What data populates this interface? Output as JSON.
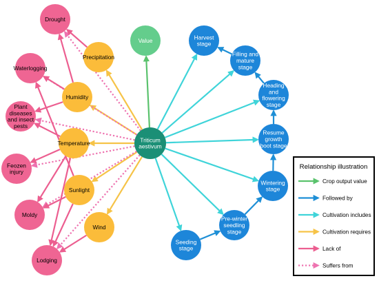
{
  "colors": {
    "crop_output": "#5ac26d",
    "followed_by": "#1e8fd6",
    "cultivation_includes": "#3fd4d9",
    "cultivation_requires": "#f6c347",
    "lack_of": "#ec5e90",
    "suffers_from": "#ee73b0",
    "center_fill": "#1b8f76",
    "value_fill": "#64cd8c",
    "stage_fill": "#1d86d9",
    "requirement_fill": "#fbbc3a",
    "hazard_fill": "#ef6593"
  },
  "nodes": {
    "center": {
      "label": [
        "Triticum",
        "aestivum"
      ]
    },
    "value": {
      "label": [
        "Value"
      ]
    },
    "requirements": [
      {
        "id": "precipitation",
        "label": [
          "Precipitation"
        ]
      },
      {
        "id": "humidity",
        "label": [
          "Humidity"
        ]
      },
      {
        "id": "temperature",
        "label": [
          "Temperature"
        ]
      },
      {
        "id": "sunlight",
        "label": [
          "Sunlight"
        ]
      },
      {
        "id": "wind",
        "label": [
          "Wind"
        ]
      }
    ],
    "hazards": [
      {
        "id": "drought",
        "label": [
          "Drought"
        ]
      },
      {
        "id": "waterlogging",
        "label": [
          "Waterlogging"
        ]
      },
      {
        "id": "plant-diseases",
        "label": [
          "Plant",
          "diseases",
          "and insect",
          "pests"
        ]
      },
      {
        "id": "feozen-injury",
        "label": [
          "Feozen",
          "injury"
        ]
      },
      {
        "id": "moldy",
        "label": [
          "Moldy"
        ]
      },
      {
        "id": "lodging",
        "label": [
          "Lodging"
        ]
      }
    ],
    "stages": [
      {
        "id": "seeding",
        "label": [
          "Seeding",
          "stage"
        ]
      },
      {
        "id": "pre-winter",
        "label": [
          "Pre-winter",
          "seedling",
          "stage"
        ]
      },
      {
        "id": "wintering",
        "label": [
          "Wintering",
          "stage"
        ]
      },
      {
        "id": "resume",
        "label": [
          "Resume",
          "growth",
          "boot stage"
        ]
      },
      {
        "id": "heading",
        "label": [
          "Heading",
          "and",
          "flowering",
          "stage"
        ]
      },
      {
        "id": "filling",
        "label": [
          "Filling and",
          "mature",
          "stage"
        ]
      },
      {
        "id": "harvest",
        "label": [
          "Harvest",
          "stage"
        ]
      }
    ]
  },
  "legend": {
    "title": "Relationship illustration",
    "items": [
      {
        "label": "Crop output value",
        "color_key": "crop_output",
        "style": "solid"
      },
      {
        "label": "Followed by",
        "color_key": "followed_by",
        "style": "solid"
      },
      {
        "label": "Cultivation includes",
        "color_key": "cultivation_includes",
        "style": "solid"
      },
      {
        "label": "Cultivation requires",
        "color_key": "cultivation_requires",
        "style": "solid"
      },
      {
        "label": "Lack of",
        "color_key": "lack_of",
        "style": "solid"
      },
      {
        "label": "Suffers from",
        "color_key": "suffers_from",
        "style": "dotted"
      }
    ]
  }
}
